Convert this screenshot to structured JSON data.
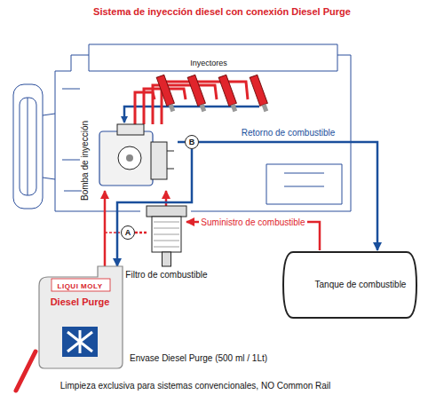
{
  "diagram": {
    "title": "Sistema de inyección diesel con conexión Diesel Purge",
    "caption": "Limpieza exclusiva para sistemas convencionales, NO Common Rail",
    "nodes": [
      {
        "text": [
          "Bomba de inyección"
        ]
      },
      {
        "text": [
          "B"
        ]
      },
      {
        "text": [
          "A"
        ]
      },
      {
        "text": [
          "Filtro de combustible"
        ]
      },
      {
        "text": [
          "LIQUI MOLY",
          "Diesel Purge",
          "Envase Diesel Purge (500 ml / 1Lt)"
        ]
      },
      {
        "text": [
          "Tanque de combustible"
        ]
      }
    ],
    "edges": [
      {
        "from": 5,
        "to": 3,
        "label": "Suministro de combustible",
        "arrow": "to"
      },
      {
        "from": 3,
        "to": 0,
        "arrow": "to"
      },
      {
        "from": 4,
        "to": 0,
        "arrow": "to"
      },
      {
        "from": 2,
        "to": 3,
        "arrow": "none"
      },
      {
        "from": 0,
        "to": 1,
        "arrow": "none"
      },
      {
        "from": 1,
        "to": 5,
        "label": "Retorno de combustible",
        "arrow": "to"
      },
      {
        "from": 1,
        "to": 4,
        "arrow": "to"
      }
    ],
    "labels": [
      "Inyectores"
    ]
  }
}
